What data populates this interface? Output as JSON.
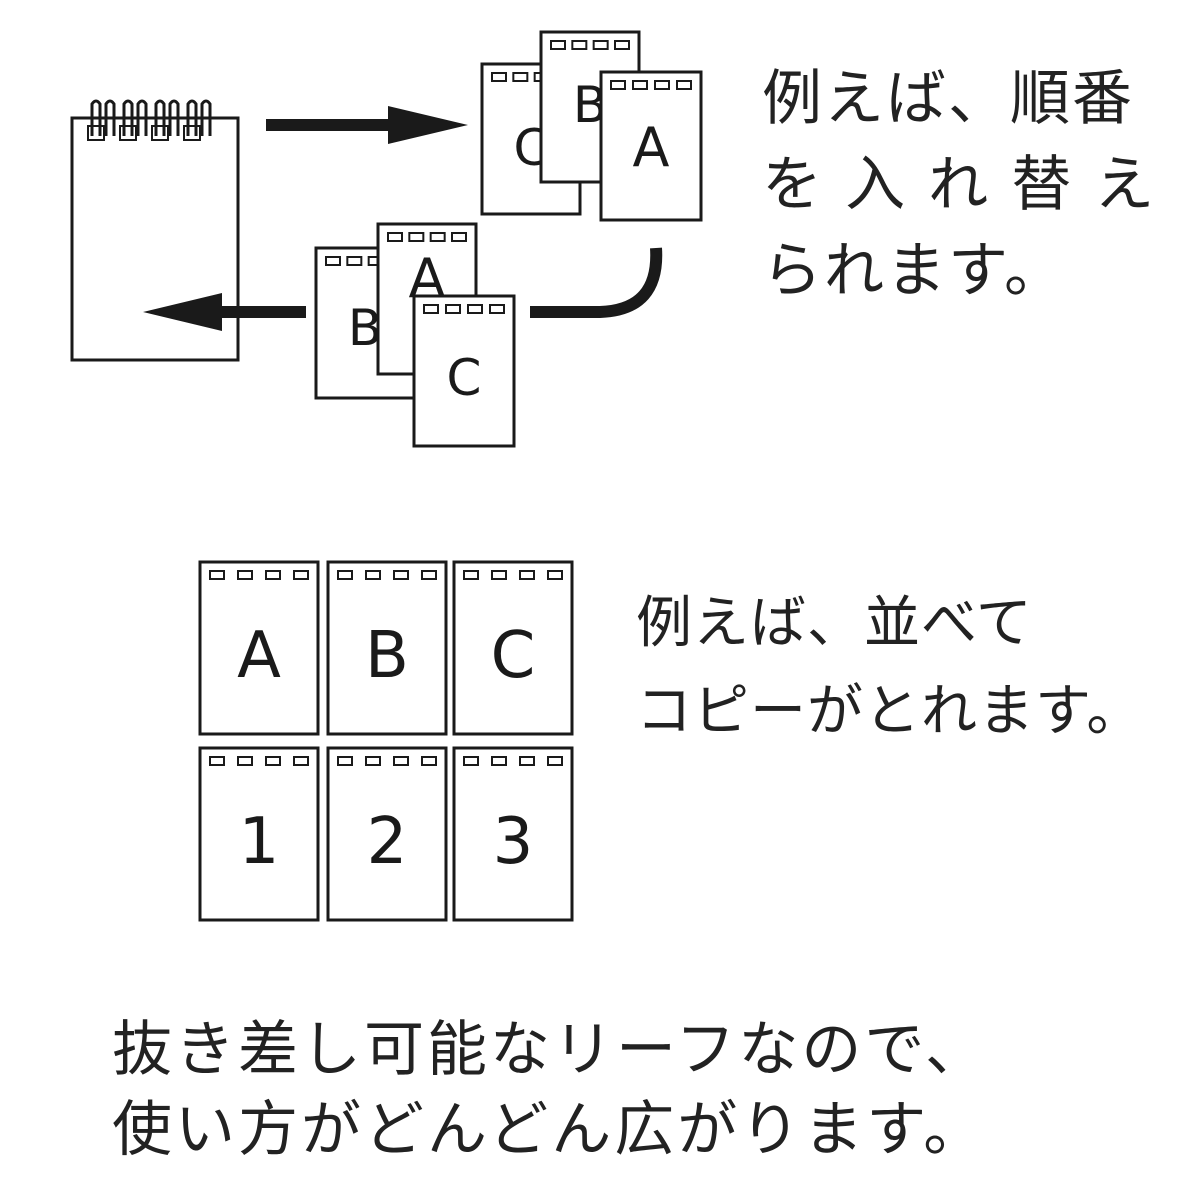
{
  "captions": {
    "reorder": [
      "例えば、順番",
      "を 入 れ 替 え",
      "られます。"
    ],
    "arrange": [
      "例えば、並べて",
      "コピーがとれます。"
    ],
    "summary": [
      "抜き差し可能なリーフなので、",
      "使い方がどんどん広がります。"
    ]
  },
  "diagram": {
    "before_order": [
      "C",
      "B",
      "A"
    ],
    "after_order": [
      "B",
      "A",
      "C"
    ],
    "grid": [
      [
        "A",
        "B",
        "C"
      ],
      [
        "1",
        "2",
        "3"
      ]
    ],
    "colors": {
      "stroke": "#1a1a1a",
      "hole": "#ffffff",
      "background": "#ffffff"
    }
  }
}
